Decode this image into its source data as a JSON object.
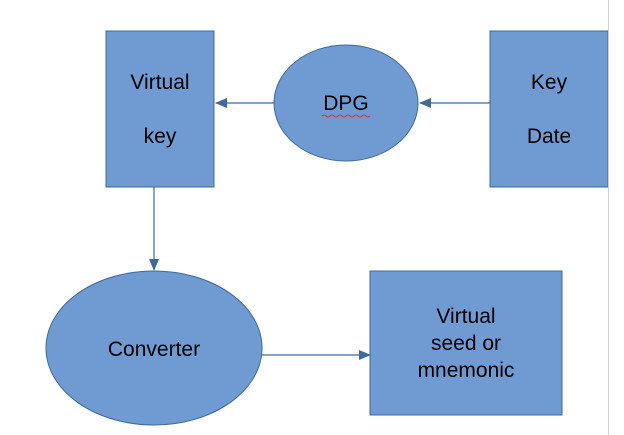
{
  "colors": {
    "node_fill": "#6f9bd2",
    "node_stroke": "#3e6a9e",
    "arrow": "#3e6a9e"
  },
  "nodes": {
    "virtual_key": {
      "line1": "Virtual",
      "line2": "key"
    },
    "dpg": {
      "label": "DPG"
    },
    "key_date": {
      "line1": "Key",
      "line2": "Date"
    },
    "converter": {
      "label": "Converter"
    },
    "virtual_seed": {
      "line1": "Virtual",
      "line2": "seed or",
      "line3": "mnemonic"
    }
  }
}
